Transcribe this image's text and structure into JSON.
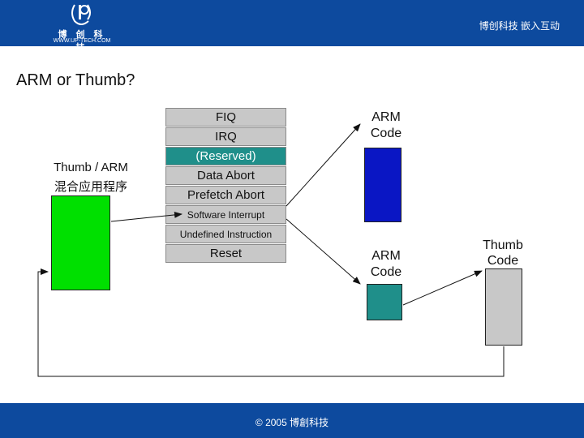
{
  "header": {
    "logo_text": "博 创 科 技",
    "logo_url": "WWW.UP-TECH.COM",
    "tagline": "博创科技 嵌入互动"
  },
  "title": "ARM or Thumb?",
  "app_label": {
    "line1": "Thumb / ARM",
    "line2": "混合应用程序"
  },
  "vector_table": [
    "FIQ",
    "IRQ",
    "(Reserved)",
    "Data Abort",
    "Prefetch Abort",
    "Software Interrupt",
    "Undefined Instruction",
    "Reset"
  ],
  "handlers": {
    "arm_code_1": {
      "line1": "ARM",
      "line2": "Code"
    },
    "arm_code_2": {
      "line1": "ARM",
      "line2": "Code"
    },
    "thumb_code": {
      "line1": "Thumb",
      "line2": "Code"
    }
  },
  "colors": {
    "header": "#0d4a9e",
    "app_block": "#00e000",
    "arm_block_1": "#0a16c4",
    "arm_block_2": "#1f8f8a",
    "thumb_block": "#c8c8c8",
    "reserved_row": "#1f8f8a"
  },
  "footer": "© 2005 博創科技"
}
